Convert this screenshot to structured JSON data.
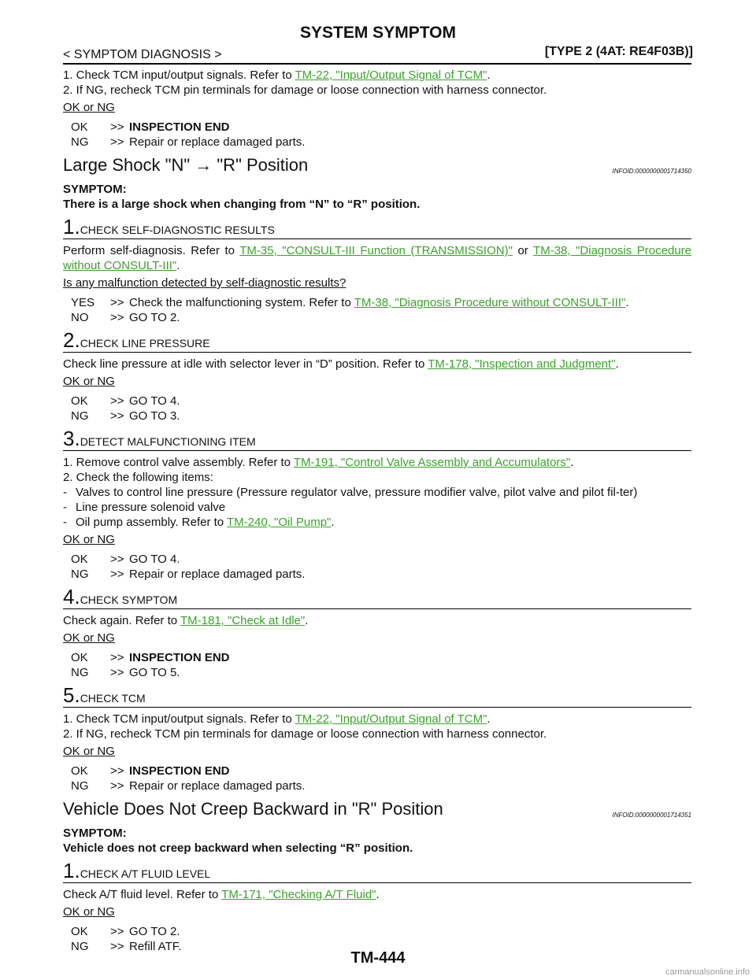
{
  "header": {
    "title": "SYSTEM SYMPTOM",
    "left": "< SYMPTOM DIAGNOSIS >",
    "right": "[TYPE 2 (4AT: RE4F03B)]"
  },
  "intro": {
    "line1_pre": "1. Check TCM input/output signals. Refer to ",
    "line1_link": "TM-22, \"Input/Output Signal of TCM\"",
    "line1_post": ".",
    "line2": "2. If NG, recheck TCM pin terminals for damage or loose connection with harness connector.",
    "okng": "OK or NG",
    "ok_k": "OK",
    "ok_a": ">>",
    "ok_v": "INSPECTION END",
    "ng_k": "NG",
    "ng_a": ">>",
    "ng_v": "Repair or replace damaged parts."
  },
  "sec1": {
    "title": "Large Shock \"N\" → \"R\" Position",
    "infoid": "INFOID:0000000001714350",
    "symptom_label": "SYMPTOM:",
    "symptom_text": "There is a large shock when changing from “N” to “R” position.",
    "s1": {
      "num": "1.",
      "title": "CHECK SELF-DIAGNOSTIC RESULTS",
      "pre": "Perform self-diagnosis. Refer to ",
      "link1": "TM-35, \"CONSULT-III Function (TRANSMISSION)\"",
      "mid": " or ",
      "link2": "TM-38, \"Diagnosis Procedure without CONSULT-III\"",
      "post": ".",
      "question": "Is any malfunction detected by self-diagnostic results?",
      "yes_k": "YES",
      "yes_a": ">>",
      "yes_pre": "Check the malfunctioning system. Refer to ",
      "yes_link": "TM-38, \"Diagnosis Procedure without CONSULT-III\"",
      "yes_post": ".",
      "no_k": "NO",
      "no_a": ">>",
      "no_v": "GO TO 2."
    },
    "s2": {
      "num": "2.",
      "title": "CHECK LINE PRESSURE",
      "pre": "Check line pressure at idle with selector lever in “D” position. Refer to ",
      "link": "TM-178, \"Inspection and Judgment\"",
      "post": ".",
      "okng": "OK or NG",
      "ok_k": "OK",
      "ok_a": ">>",
      "ok_v": "GO TO 4.",
      "ng_k": "NG",
      "ng_a": ">>",
      "ng_v": "GO TO 3."
    },
    "s3": {
      "num": "3.",
      "title": "DETECT MALFUNCTIONING ITEM",
      "l1_pre": "1. Remove control valve assembly. Refer to ",
      "l1_link": "TM-191, \"Control Valve Assembly and Accumulators\"",
      "l1_post": ".",
      "l2": "2. Check the following items:",
      "l3_m": "-",
      "l3": "Valves to control line pressure (Pressure regulator valve, pressure modifier valve, pilot valve and pilot fil-ter)",
      "l4_m": "-",
      "l4": "Line pressure solenoid valve",
      "l5_m": "-",
      "l5_pre": "Oil pump assembly. Refer to ",
      "l5_link": "TM-240, \"Oil Pump\"",
      "l5_post": ".",
      "okng": "OK or NG",
      "ok_k": "OK",
      "ok_a": ">>",
      "ok_v": "GO TO 4.",
      "ng_k": "NG",
      "ng_a": ">>",
      "ng_v": "Repair or replace damaged parts."
    },
    "s4": {
      "num": "4.",
      "title": "CHECK SYMPTOM",
      "pre": "Check again. Refer to ",
      "link": "TM-181, \"Check at Idle\"",
      "post": ".",
      "okng": "OK or NG",
      "ok_k": "OK",
      "ok_a": ">>",
      "ok_v": "INSPECTION END",
      "ng_k": "NG",
      "ng_a": ">>",
      "ng_v": "GO TO 5."
    },
    "s5": {
      "num": "5.",
      "title": "CHECK TCM",
      "l1_pre": "1. Check TCM input/output signals. Refer to ",
      "l1_link": "TM-22, \"Input/Output Signal of TCM\"",
      "l1_post": ".",
      "l2": "2. If NG, recheck TCM pin terminals for damage or loose connection with harness connector.",
      "okng": "OK or NG",
      "ok_k": "OK",
      "ok_a": ">>",
      "ok_v": "INSPECTION END",
      "ng_k": "NG",
      "ng_a": ">>",
      "ng_v": "Repair or replace damaged parts."
    }
  },
  "sec2": {
    "title": "Vehicle Does Not Creep Backward in \"R\" Position",
    "infoid": "INFOID:0000000001714351",
    "symptom_label": "SYMPTOM:",
    "symptom_text": "Vehicle does not creep backward when selecting “R” position.",
    "s1": {
      "num": "1.",
      "title": "CHECK A/T FLUID LEVEL",
      "pre": "Check A/T fluid level. Refer to ",
      "link": "TM-171, \"Checking A/T Fluid\"",
      "post": ".",
      "okng": "OK or NG",
      "ok_k": "OK",
      "ok_a": ">>",
      "ok_v": "GO TO 2.",
      "ng_k": "NG",
      "ng_a": ">>",
      "ng_v": "Refill ATF."
    }
  },
  "footer": {
    "page": "TM-444",
    "watermark": "carmanualsonline.info"
  }
}
